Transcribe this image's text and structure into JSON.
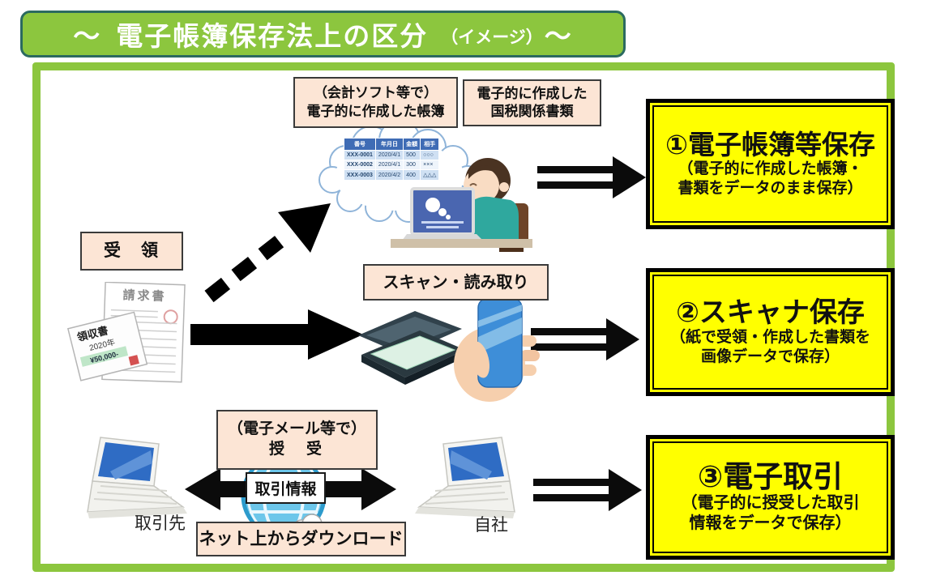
{
  "header": {
    "tilde_left": "〜",
    "title": "電子帳簿保存法上の区分",
    "subtitle": "（イメージ）",
    "tilde_right": "〜"
  },
  "top_labels": {
    "ledger_line1": "（会計ソフト等で）",
    "ledger_line2": "電子的に作成した帳簿",
    "taxdoc_line1": "電子的に作成した",
    "taxdoc_line2": "国税関係書類"
  },
  "flow": {
    "receive": "受　領",
    "scan": "スキャン・読み取り",
    "email_line1": "（電子メール等で）",
    "email_line2": "授　受",
    "trade_info": "取引情報",
    "download": "ネット上からダウンロード",
    "partner": "取引先",
    "own_company": "自社"
  },
  "category_boxes": [
    {
      "title": "①電子帳簿等保存",
      "desc_line1": "（電子的に作成した帳簿・",
      "desc_line2": "書類をデータのまま保存）"
    },
    {
      "title": "②スキャナ保存",
      "desc_line1": "（紙で受領・作成した書類を",
      "desc_line2": "画像データで保存）"
    },
    {
      "title": "③電子取引",
      "desc_line1": "（電子的に授受した取引",
      "desc_line2": "情報をデータで保存）"
    }
  ],
  "cloud_table": {
    "headers": [
      "番号",
      "年月日",
      "金額",
      "相手"
    ],
    "rows": [
      [
        "XXX-0001",
        "2020/4/1",
        "500",
        "○○○"
      ],
      [
        "XXX-0002",
        "2020/4/1",
        "300",
        "×××"
      ],
      [
        "XXX-0003",
        "2020/4/2",
        "400",
        "△△△"
      ]
    ]
  },
  "documents": {
    "invoice_title": "請求書",
    "receipt_title": "領収書",
    "receipt_date": "2020年",
    "receipt_amount": "¥50,000-"
  },
  "colors": {
    "frame_green": "#8cc63e",
    "header_border": "#2b6a60",
    "label_peach": "#fce5d5",
    "highlight_yellow": "#ffff00"
  }
}
